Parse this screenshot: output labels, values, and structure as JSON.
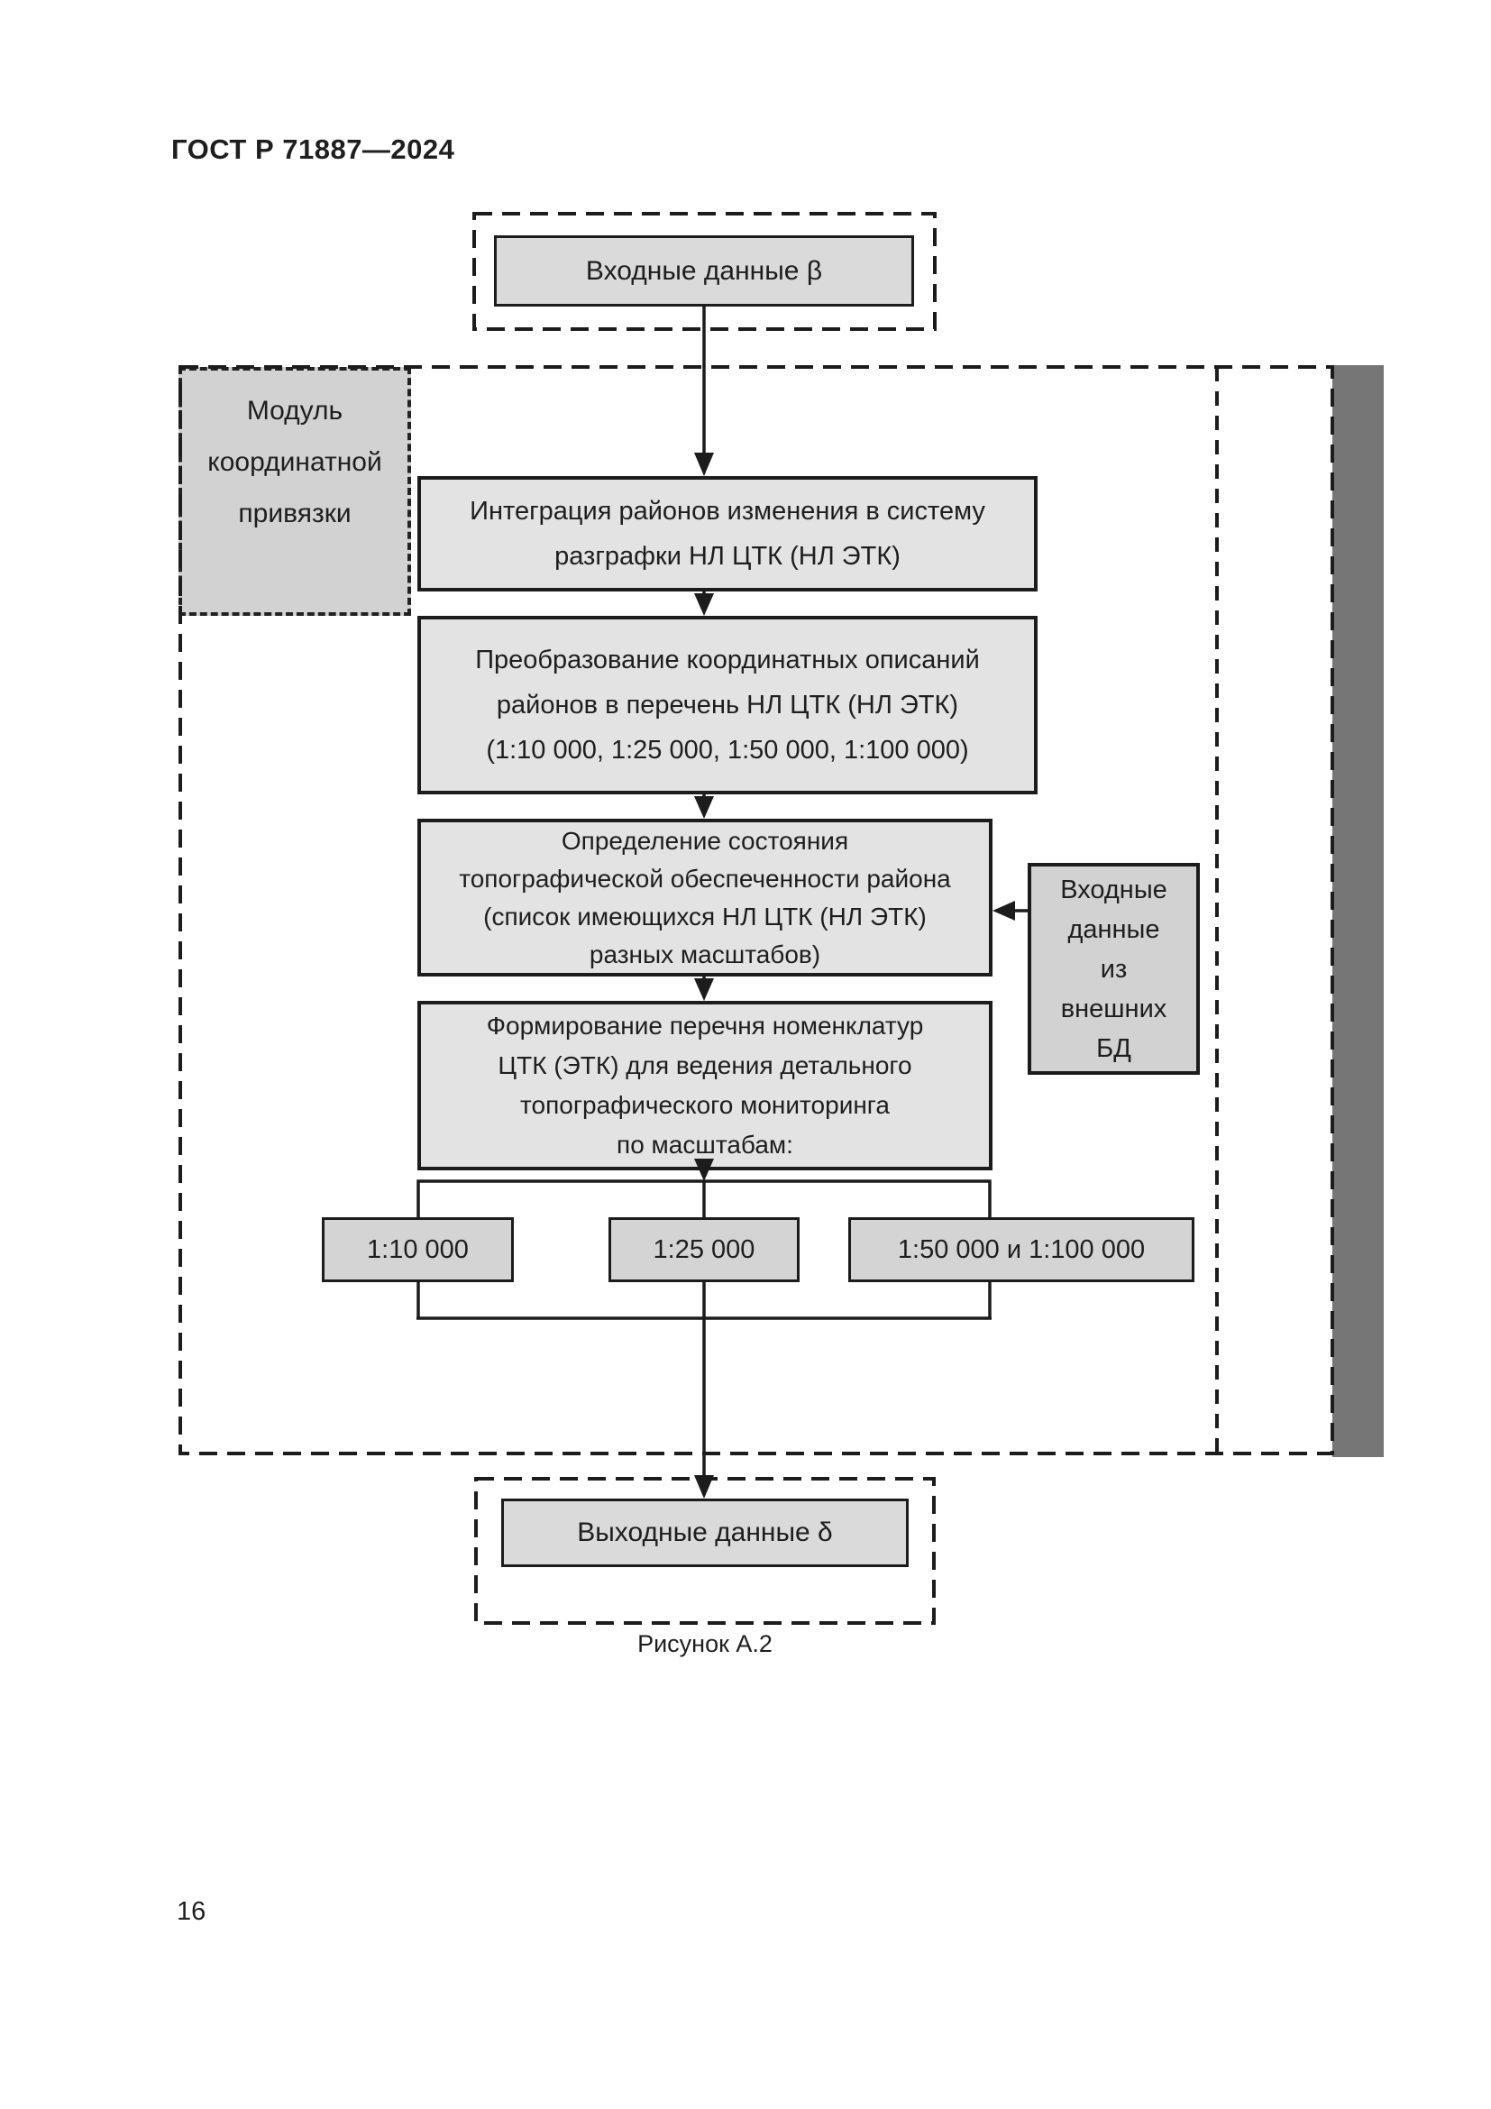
{
  "page": {
    "header": "ГОСТ Р 71887—2024",
    "page_number": "16",
    "caption": "Рисунок А.2"
  },
  "diagram": {
    "input_box": {
      "label": "Входные данные β"
    },
    "module_label": {
      "lines": [
        "Модуль",
        "координатной",
        "привязки"
      ]
    },
    "box_integration": {
      "lines": [
        "Интеграция районов изменения в систему",
        "разграфки НЛ ЦТК (НЛ ЭТК)"
      ]
    },
    "box_transformation": {
      "lines": [
        "Преобразование координатных описаний",
        "районов в перечень НЛ ЦТК (НЛ ЭТК)",
        "(1:10 000, 1:25 000, 1:50 000, 1:100 000)"
      ]
    },
    "box_state": {
      "lines": [
        "Определение состояния",
        "топографической обеспеченности района",
        "(список имеющихся НЛ ЦТК (НЛ ЭТК)",
        "разных масштабов)"
      ]
    },
    "box_external_db": {
      "lines": [
        "Входные",
        "данные",
        "из",
        "внешних",
        "БД"
      ]
    },
    "box_formation": {
      "lines": [
        "Формирование перечня номенклатур",
        "ЦТК (ЭТК) для ведения детального",
        "топографического мониторинга",
        "по масштабам:"
      ]
    },
    "scale_boxes": [
      "1:10 000",
      "1:25 000",
      "1:50 000 и 1:100 000"
    ],
    "output_box": {
      "label": "Выходные данные δ"
    },
    "colors": {
      "node_fill": "#e3e3e3",
      "module_fill": "#d2d2d2",
      "io_fill": "#dadada",
      "scale_fill": "#d4d4d4",
      "sidebar_strip": "#767676",
      "line": "#1c1c1c"
    }
  }
}
